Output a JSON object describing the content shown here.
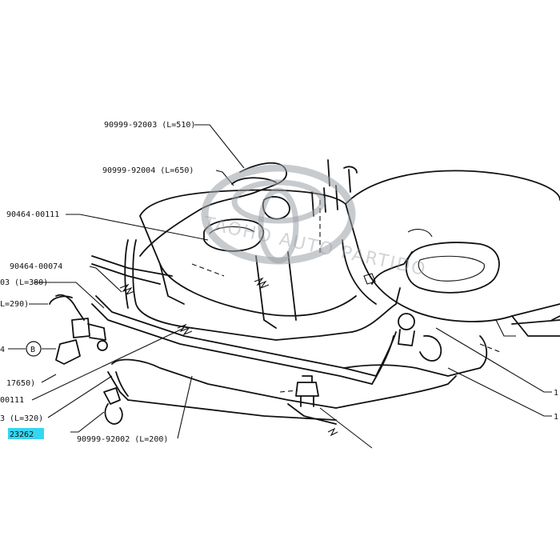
{
  "diagram": {
    "labels": {
      "hose_510": "90999-92003 (L=510)",
      "hose_650": "90999-92004 (L=650)",
      "clip_00111_top": "90464-00111",
      "clip_00074": "90464-00074",
      "hose_380": "03 (L=380)",
      "hose_290": "L=290)",
      "connector_4": "4",
      "callout_b": "B",
      "part_17650": "17650)",
      "clip_00111_bottom": "00111",
      "hose_320": "3 (L=320)",
      "part_23262": "23262",
      "hose_200": "90999-92002 (L=200)",
      "right_1a": "1",
      "right_1b": "1"
    },
    "highlight_color": "#35d6f0",
    "watermark": {
      "text": "TAOHO AUTO PARTIDO",
      "logo": "toyota-emblem"
    }
  }
}
